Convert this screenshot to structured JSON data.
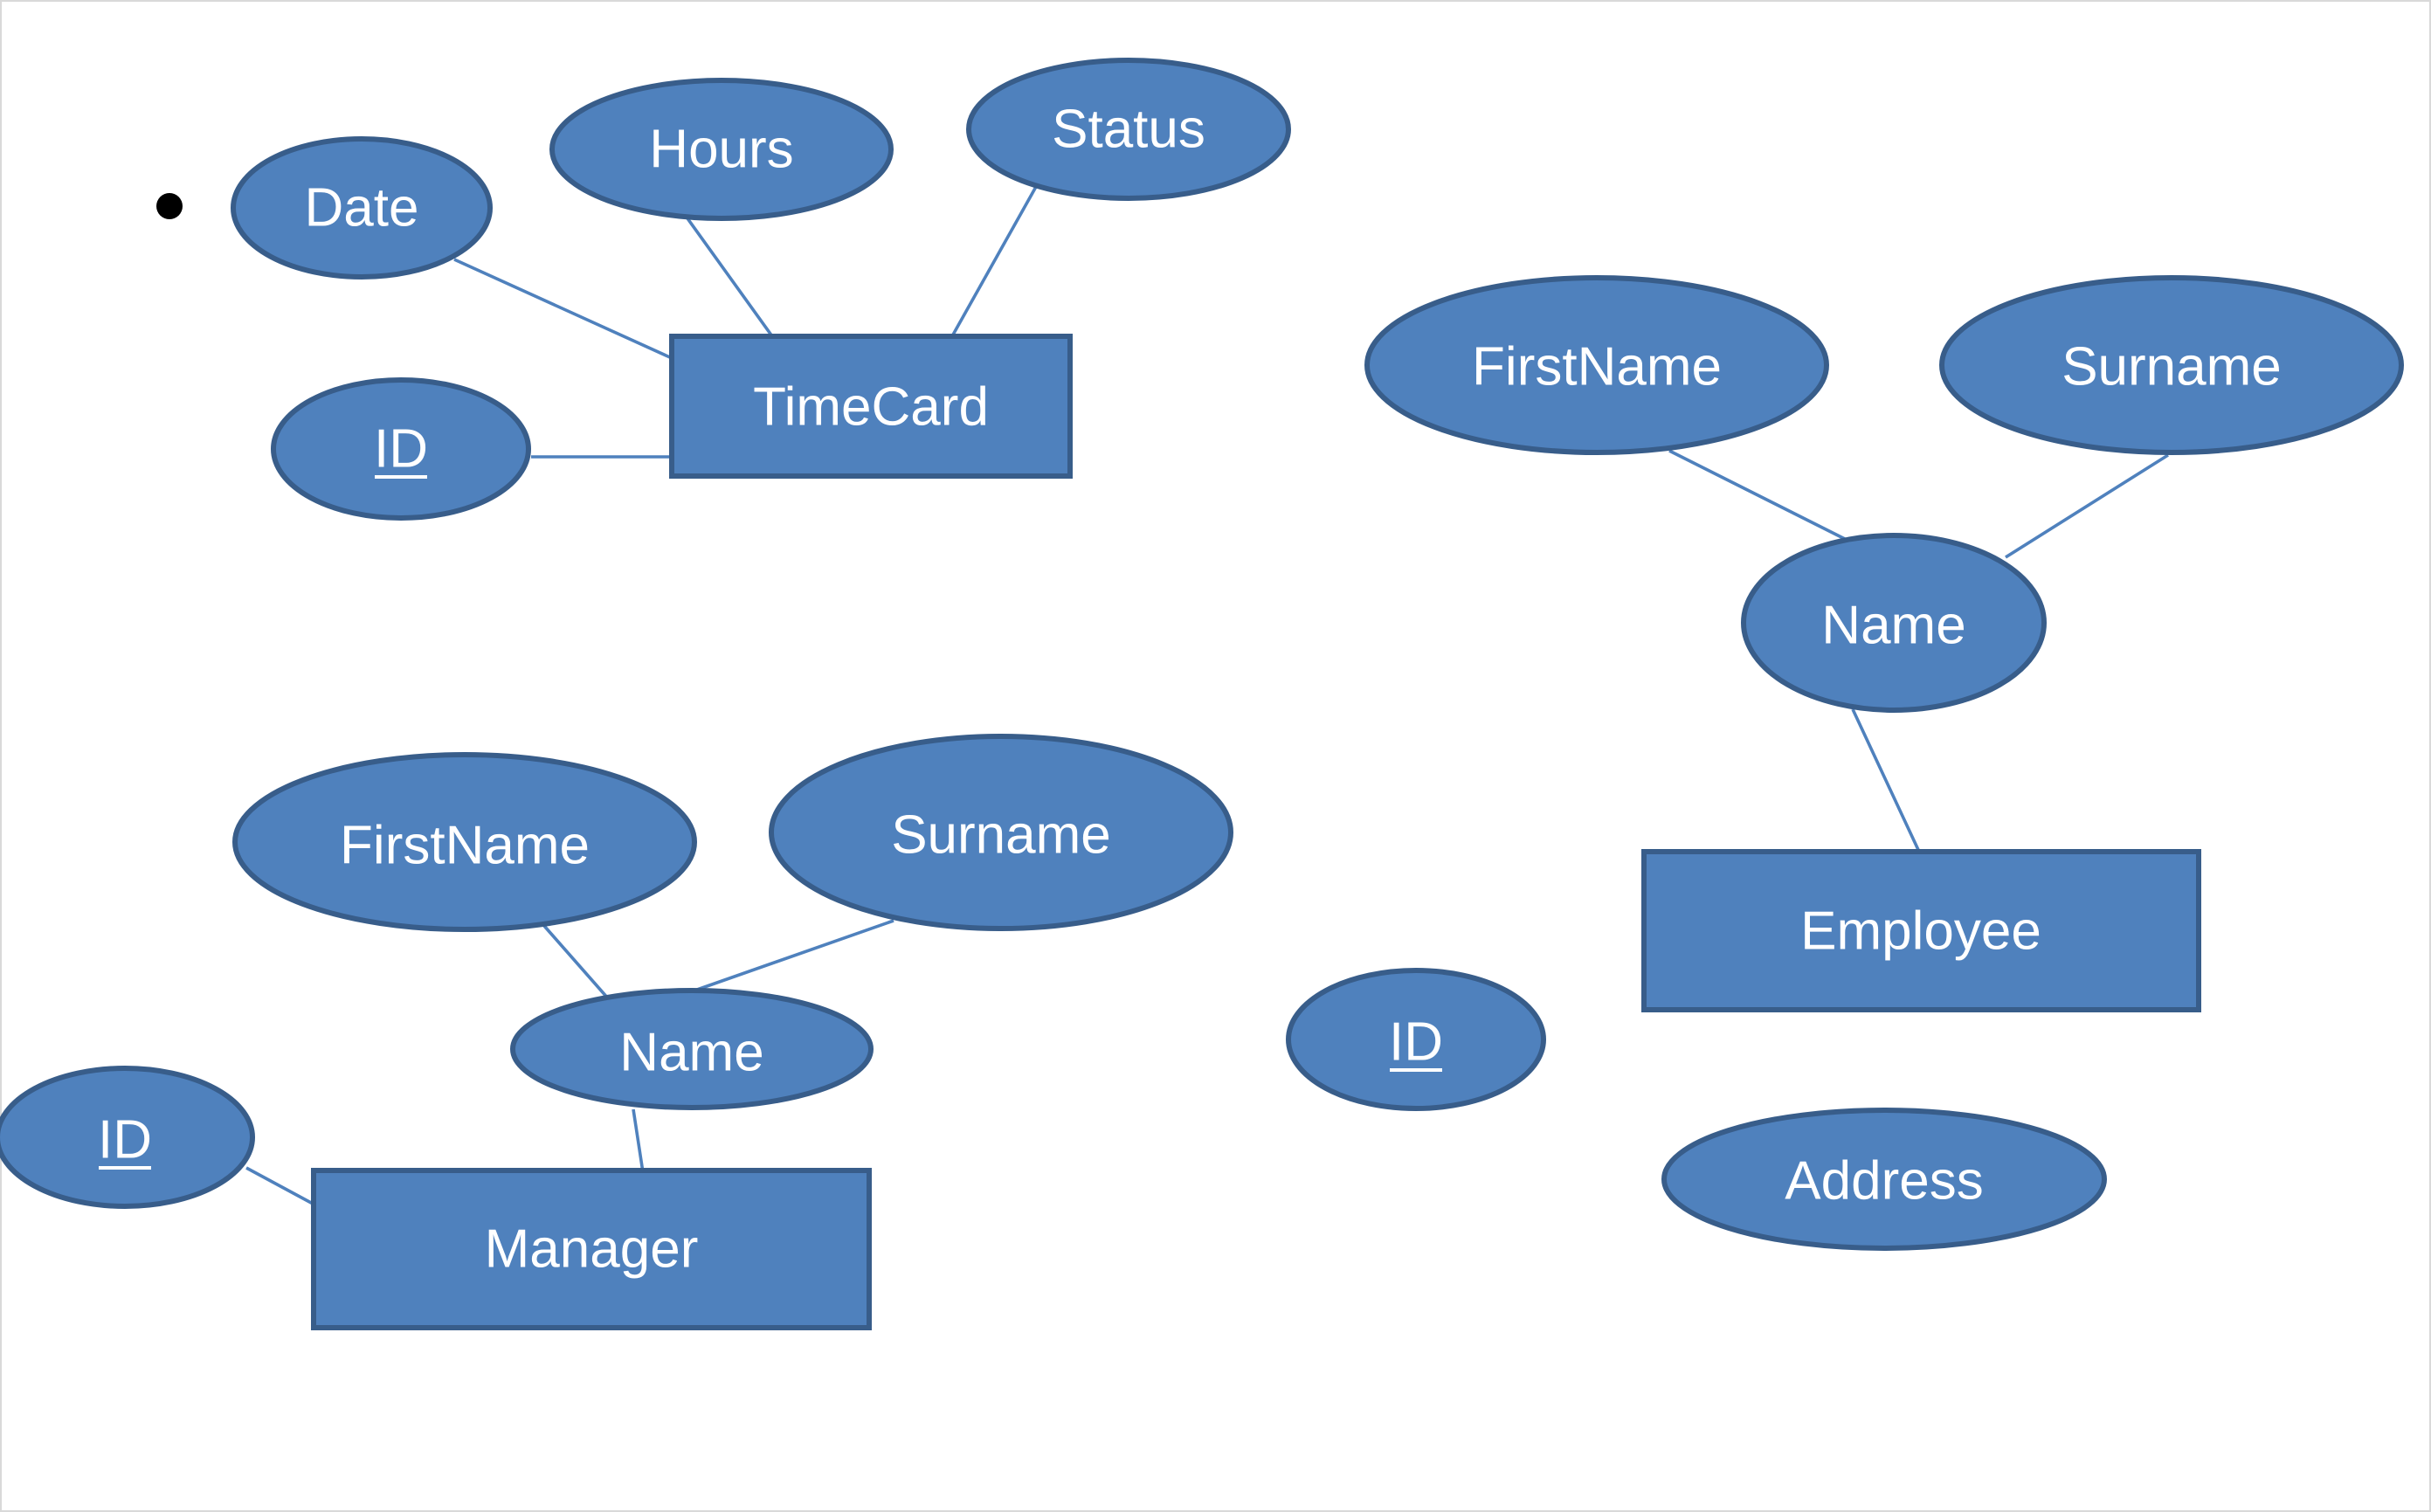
{
  "diagram": {
    "entities": {
      "timecard": {
        "label": "TimeCard"
      },
      "employee": {
        "label": "Employee"
      },
      "manager": {
        "label": "Manager"
      }
    },
    "attributes": {
      "tc_date": {
        "label": "Date",
        "key": false
      },
      "tc_hours": {
        "label": "Hours",
        "key": false
      },
      "tc_status": {
        "label": "Status",
        "key": false
      },
      "tc_id": {
        "label": "ID",
        "key": true
      },
      "emp_firstname": {
        "label": "FirstName",
        "key": false
      },
      "emp_surname": {
        "label": "Surname",
        "key": false
      },
      "emp_name": {
        "label": "Name",
        "key": false
      },
      "emp_id": {
        "label": "ID",
        "key": true
      },
      "emp_address": {
        "label": "Address",
        "key": false
      },
      "mgr_firstname": {
        "label": "FirstName",
        "key": false
      },
      "mgr_surname": {
        "label": "Surname",
        "key": false
      },
      "mgr_name": {
        "label": "Name",
        "key": false
      },
      "mgr_id": {
        "label": "ID",
        "key": true
      }
    },
    "connections": [
      [
        "tc_date",
        "timecard"
      ],
      [
        "tc_hours",
        "timecard"
      ],
      [
        "tc_status",
        "timecard"
      ],
      [
        "tc_id",
        "timecard"
      ],
      [
        "emp_firstname",
        "emp_name"
      ],
      [
        "emp_surname",
        "emp_name"
      ],
      [
        "emp_name",
        "employee"
      ],
      [
        "mgr_firstname",
        "mgr_name"
      ],
      [
        "mgr_surname",
        "mgr_name"
      ],
      [
        "mgr_name",
        "manager"
      ],
      [
        "mgr_id",
        "manager"
      ]
    ],
    "colors": {
      "fill": "#4f81bd",
      "stroke": "#385d8a",
      "text": "#ffffff",
      "bullet": "#000000"
    }
  }
}
